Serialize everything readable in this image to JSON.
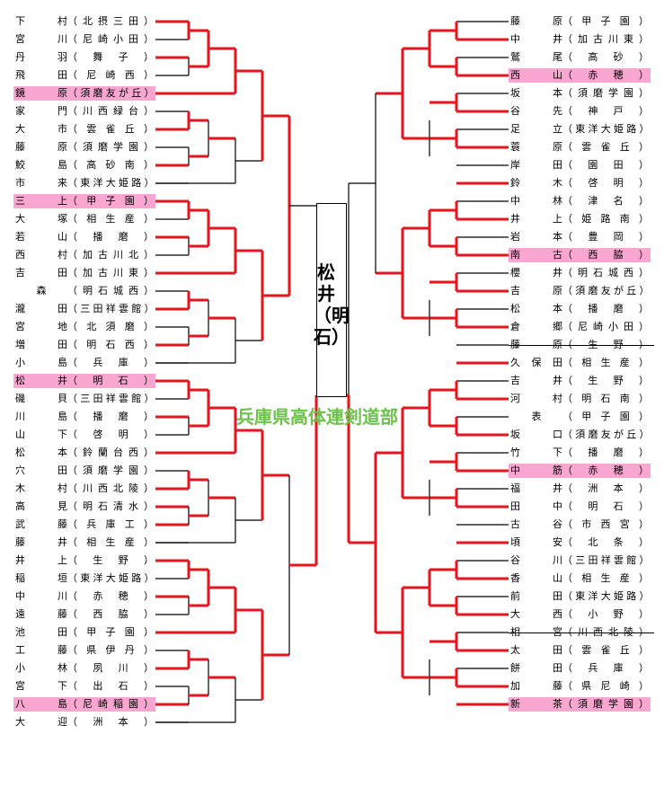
{
  "organization": "兵庫県高体連剣道部",
  "champion": {
    "name": "松井",
    "school": "（明石）"
  },
  "colors": {
    "win_line": "#e8141e",
    "line": "#000000",
    "highlight": "#f9a6d0",
    "org_text": "#6cc24a"
  },
  "left": [
    {
      "name": "下村",
      "school": "北摂三田",
      "hl": false
    },
    {
      "name": "宮川",
      "school": "尼崎小田",
      "hl": false
    },
    {
      "name": "丹羽",
      "school": "舞子",
      "hl": false
    },
    {
      "name": "飛田",
      "school": "尼崎西",
      "hl": false
    },
    {
      "name": "鏡原",
      "school": "須磨友が丘",
      "hl": true
    },
    {
      "name": "家門",
      "school": "川西緑台",
      "hl": false
    },
    {
      "name": "大市",
      "school": "雲雀丘",
      "hl": false
    },
    {
      "name": "藤原",
      "school": "須磨学園",
      "hl": false
    },
    {
      "name": "鮫島",
      "school": "高砂南",
      "hl": false
    },
    {
      "name": "市来",
      "school": "東洋大姫路",
      "hl": false
    },
    {
      "name": "三上",
      "school": "甲子園",
      "hl": true
    },
    {
      "name": "大塚",
      "school": "相生産",
      "hl": false
    },
    {
      "name": "若山",
      "school": "播磨",
      "hl": false
    },
    {
      "name": "西村",
      "school": "加古川北",
      "hl": false
    },
    {
      "name": "吉田",
      "school": "加古川東",
      "hl": false
    },
    {
      "name": "森",
      "school": "明石城西",
      "hl": false
    },
    {
      "name": "瀧田",
      "school": "三田祥雲館",
      "hl": false
    },
    {
      "name": "宮地",
      "school": "北須磨",
      "hl": false
    },
    {
      "name": "増田",
      "school": "明石西",
      "hl": false
    },
    {
      "name": "小島",
      "school": "兵庫",
      "hl": false
    },
    {
      "name": "松井",
      "school": "明石",
      "hl": true
    },
    {
      "name": "磯貝",
      "school": "三田祥雲館",
      "hl": false
    },
    {
      "name": "川島",
      "school": "播磨",
      "hl": false
    },
    {
      "name": "山下",
      "school": "啓明",
      "hl": false
    },
    {
      "name": "松本",
      "school": "鈴蘭台西",
      "hl": false
    },
    {
      "name": "穴田",
      "school": "須磨学園",
      "hl": false
    },
    {
      "name": "木村",
      "school": "川西北陵",
      "hl": false
    },
    {
      "name": "高見",
      "school": "明石清水",
      "hl": false
    },
    {
      "name": "武藤",
      "school": "兵庫工",
      "hl": false
    },
    {
      "name": "藤井",
      "school": "相生産",
      "hl": false
    },
    {
      "name": "井上",
      "school": "生野",
      "hl": false
    },
    {
      "name": "稲垣",
      "school": "東洋大姫路",
      "hl": false
    },
    {
      "name": "中川",
      "school": "赤穂",
      "hl": false
    },
    {
      "name": "遠藤",
      "school": "西脇",
      "hl": false
    },
    {
      "name": "池田",
      "school": "甲子園",
      "hl": false
    },
    {
      "name": "工藤",
      "school": "県伊丹",
      "hl": false
    },
    {
      "name": "小林",
      "school": "夙川",
      "hl": false
    },
    {
      "name": "宮下",
      "school": "出石",
      "hl": false
    },
    {
      "name": "八島",
      "school": "尼崎稲園",
      "hl": true
    },
    {
      "name": "大迎",
      "school": "洲本",
      "hl": false
    }
  ],
  "right": [
    {
      "name": "藤原",
      "school": "甲子園",
      "hl": false
    },
    {
      "name": "中井",
      "school": "加古川東",
      "hl": false
    },
    {
      "name": "鷲尾",
      "school": "高砂",
      "hl": false
    },
    {
      "name": "西山",
      "school": "赤穂",
      "hl": true
    },
    {
      "name": "坂本",
      "school": "須磨学園",
      "hl": false
    },
    {
      "name": "谷先",
      "school": "神戸",
      "hl": false
    },
    {
      "name": "足立",
      "school": "東洋大姫路",
      "hl": false
    },
    {
      "name": "蓑原",
      "school": "雲雀丘",
      "hl": false
    },
    {
      "name": "岸田",
      "school": "園田",
      "hl": false
    },
    {
      "name": "鈴木",
      "school": "啓明",
      "hl": false
    },
    {
      "name": "中林",
      "school": "津名",
      "hl": false
    },
    {
      "name": "井上",
      "school": "姫路南",
      "hl": false
    },
    {
      "name": "岩本",
      "school": "豊岡",
      "hl": false
    },
    {
      "name": "南古",
      "school": "西脇",
      "hl": true
    },
    {
      "name": "櫻井",
      "school": "明石城西",
      "hl": false
    },
    {
      "name": "吉原",
      "school": "須磨友が丘",
      "hl": false
    },
    {
      "name": "松本",
      "school": "播磨",
      "hl": false
    },
    {
      "name": "倉郷",
      "school": "尼崎小田",
      "hl": false
    },
    {
      "name": "藤原",
      "school": "生野",
      "hl": false,
      "strike": true
    },
    {
      "name": "久保田",
      "school": "相生産",
      "hl": false
    },
    {
      "name": "吉井",
      "school": "生野",
      "hl": false
    },
    {
      "name": "河村",
      "school": "明石南",
      "hl": false
    },
    {
      "name": "表",
      "school": "甲子園",
      "hl": false
    },
    {
      "name": "坂口",
      "school": "須磨友が丘",
      "hl": false
    },
    {
      "name": "竹下",
      "school": "播磨",
      "hl": false
    },
    {
      "name": "中筋",
      "school": "赤穂",
      "hl": true
    },
    {
      "name": "福井",
      "school": "洲本",
      "hl": false
    },
    {
      "name": "田中",
      "school": "明石",
      "hl": false
    },
    {
      "name": "古谷",
      "school": "市西宮",
      "hl": false
    },
    {
      "name": "頃安",
      "school": "北条",
      "hl": false
    },
    {
      "name": "谷川",
      "school": "三田祥雲館",
      "hl": false
    },
    {
      "name": "香山",
      "school": "相生産",
      "hl": false
    },
    {
      "name": "前田",
      "school": "東洋大姫路",
      "hl": false
    },
    {
      "name": "大西",
      "school": "小野",
      "hl": false
    },
    {
      "name": "相宮",
      "school": "川西北陵",
      "hl": false,
      "strike": true
    },
    {
      "name": "太田",
      "school": "雲雀丘",
      "hl": false
    },
    {
      "name": "餅田",
      "school": "兵庫",
      "hl": false
    },
    {
      "name": "加藤",
      "school": "県尼崎",
      "hl": false
    },
    {
      "name": "新茶",
      "school": "須磨学園",
      "hl": true
    }
  ]
}
